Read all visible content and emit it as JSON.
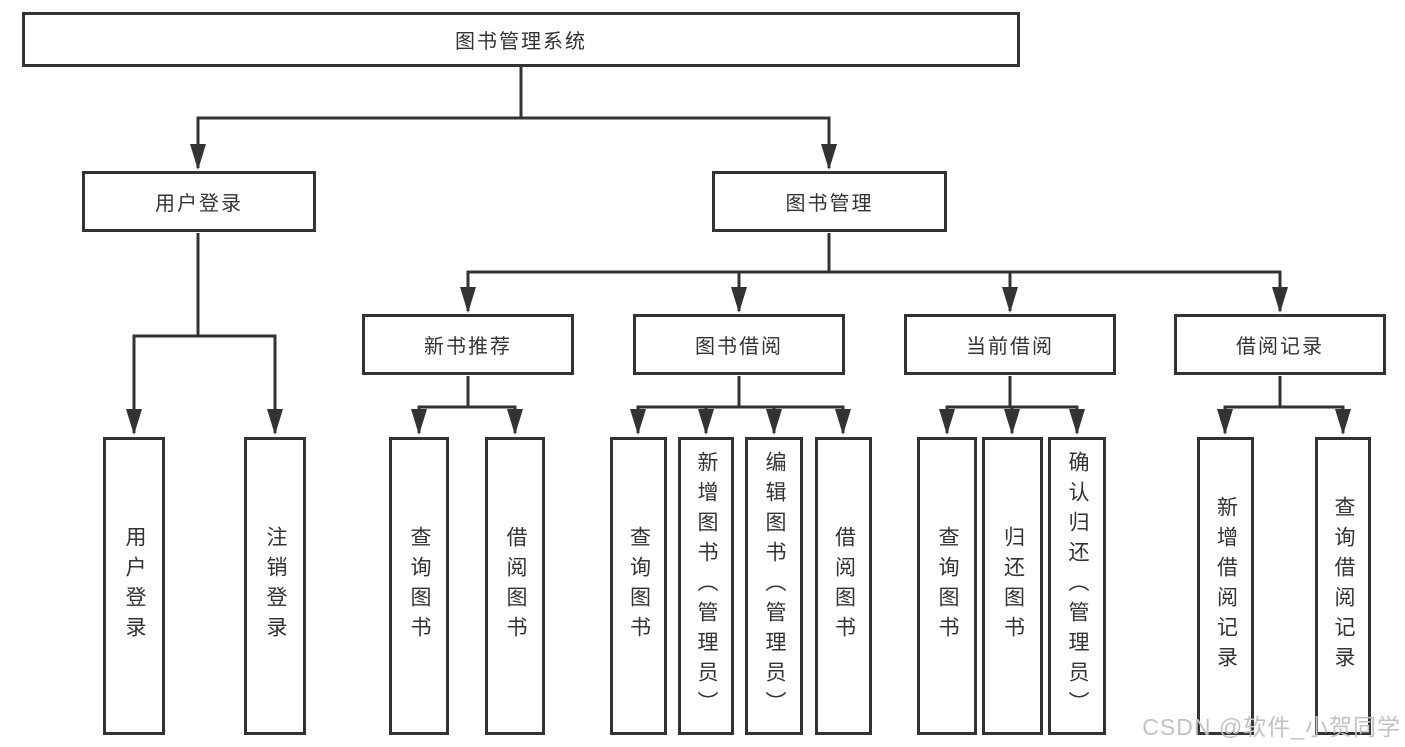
{
  "colors": {
    "line": "#333333",
    "box_border": "#333333",
    "box_fill": "#ffffff",
    "text": "#333333",
    "watermark": "#c2c2c2"
  },
  "watermark": {
    "text": "CSDN @软件_小贺同学"
  },
  "tree": {
    "label": "图书管理系统",
    "children": [
      {
        "label": "用户登录",
        "children": [
          {
            "label": "用户登录"
          },
          {
            "label": "注销登录"
          }
        ]
      },
      {
        "label": "图书管理",
        "children": [
          {
            "label": "新书推荐",
            "children": [
              {
                "label": "查询图书"
              },
              {
                "label": "借阅图书"
              }
            ]
          },
          {
            "label": "图书借阅",
            "children": [
              {
                "label": "查询图书"
              },
              {
                "label": "新增图书（管理员）"
              },
              {
                "label": "编辑图书（管理员）"
              },
              {
                "label": "借阅图书"
              }
            ]
          },
          {
            "label": "当前借阅",
            "children": [
              {
                "label": "查询图书"
              },
              {
                "label": "归还图书"
              },
              {
                "label": "确认归还（管理员）"
              }
            ]
          },
          {
            "label": "借阅记录",
            "children": [
              {
                "label": "新增借阅记录"
              },
              {
                "label": "查询借阅记录"
              }
            ]
          }
        ]
      }
    ]
  }
}
